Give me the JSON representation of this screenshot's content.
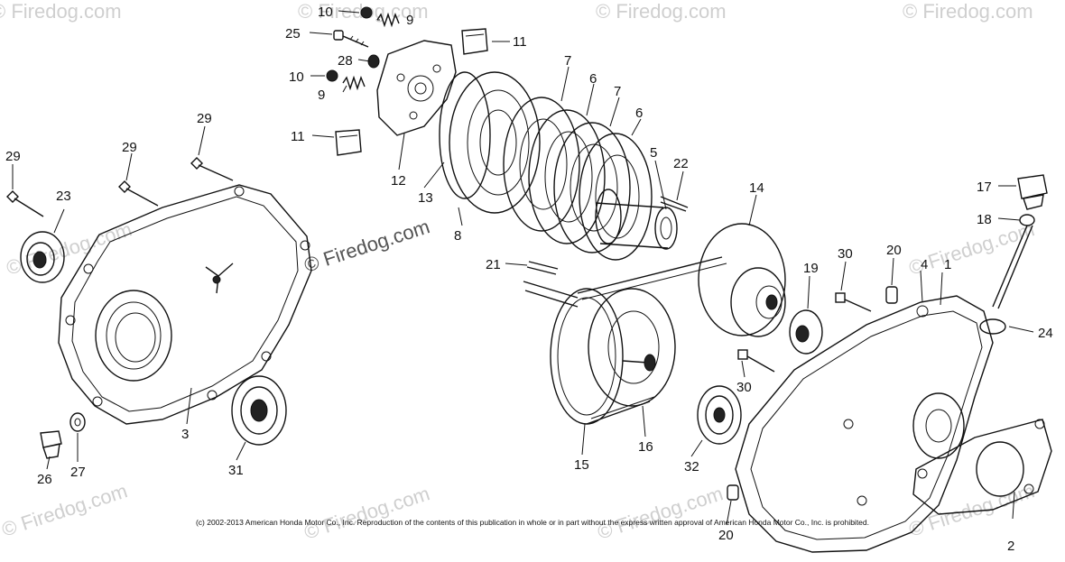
{
  "watermarks": {
    "site": "© Firedog.com",
    "site_short": "Firedog.com"
  },
  "copyright": "(c) 2002-2013 American Honda Motor Co., Inc. Reproduction of the contents of this publication in whole or in part without the express written approval of American Honda Motor Co., Inc. is prohibited.",
  "callouts": {
    "c1": "1",
    "c2": "2",
    "c3": "3",
    "c4": "4",
    "c5": "5",
    "c6a": "6",
    "c6b": "6",
    "c7a": "7",
    "c7b": "7",
    "c8": "8",
    "c9a": "9",
    "c9b": "9",
    "c10a": "10",
    "c10b": "10",
    "c11a": "11",
    "c11b": "11",
    "c12": "12",
    "c13": "13",
    "c14": "14",
    "c15": "15",
    "c16": "16",
    "c17": "17",
    "c18": "18",
    "c19": "19",
    "c20a": "20",
    "c20b": "20",
    "c21": "21",
    "c22": "22",
    "c23": "23",
    "c24": "24",
    "c25": "25",
    "c26": "26",
    "c27": "27",
    "c28": "28",
    "c29a": "29",
    "c29b": "29",
    "c29c": "29",
    "c30a": "30",
    "c30b": "30",
    "c31": "31",
    "c32": "32"
  }
}
